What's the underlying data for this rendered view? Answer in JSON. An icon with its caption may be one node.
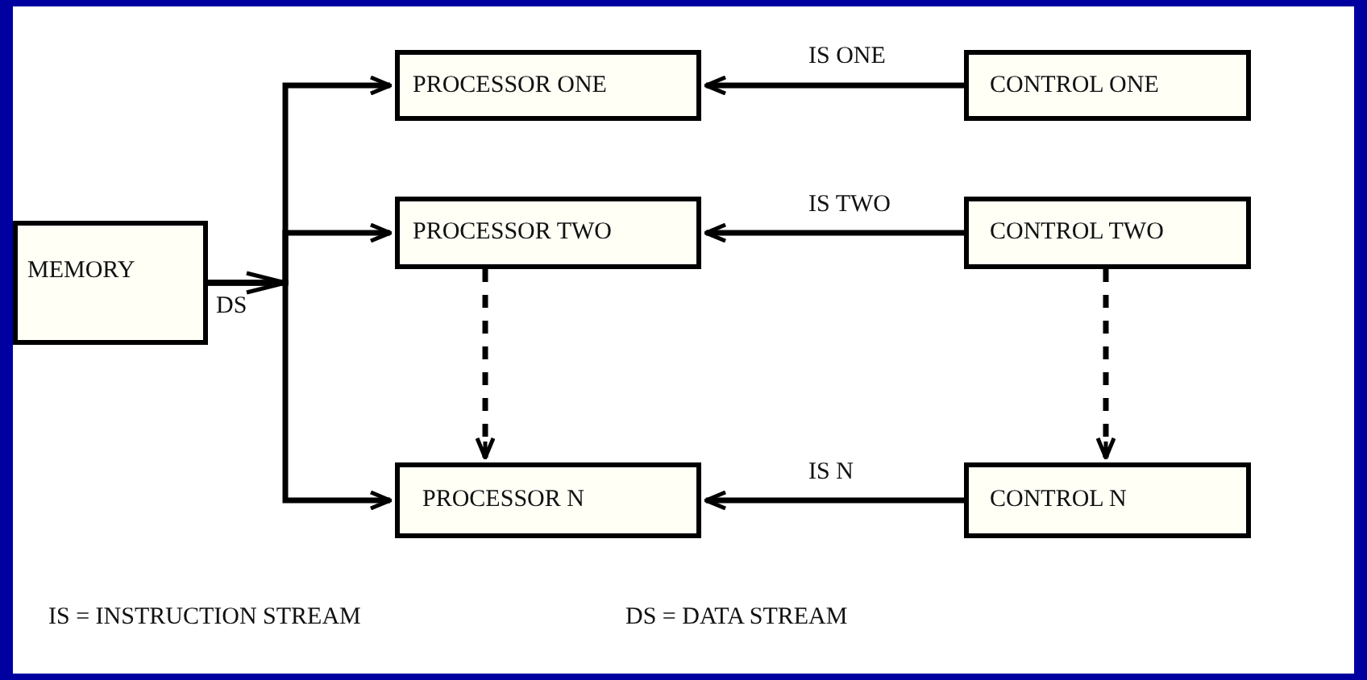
{
  "diagram": {
    "nodes": [
      {
        "text": [
          "MEMORY"
        ]
      },
      {
        "text": [
          "PROCESSOR ONE"
        ]
      },
      {
        "text": [
          "CONTROL ONE"
        ]
      },
      {
        "text": [
          "PROCESSOR TWO"
        ]
      },
      {
        "text": [
          "CONTROL TWO"
        ]
      },
      {
        "text": [
          "PROCESSOR N"
        ]
      },
      {
        "text": [
          "CONTROL N"
        ]
      }
    ],
    "edges": [
      {
        "from": 0,
        "to": 1,
        "arrow": "to",
        "label": "DS"
      },
      {
        "from": 0,
        "to": 3,
        "arrow": "to"
      },
      {
        "from": 0,
        "to": 5,
        "arrow": "to"
      },
      {
        "from": 2,
        "to": 1,
        "arrow": "to",
        "label": "IS ONE"
      },
      {
        "from": 4,
        "to": 3,
        "arrow": "to",
        "label": "IS TWO"
      },
      {
        "from": 6,
        "to": 5,
        "arrow": "to",
        "label": "IS N"
      },
      {
        "from": 3,
        "to": 5,
        "arrow": "to",
        "style": "dashed"
      },
      {
        "from": 4,
        "to": 6,
        "arrow": "to",
        "style": "dashed"
      }
    ],
    "labels": [
      "IS = INSTRUCTION STREAM",
      "DS = DATA STREAM"
    ]
  }
}
